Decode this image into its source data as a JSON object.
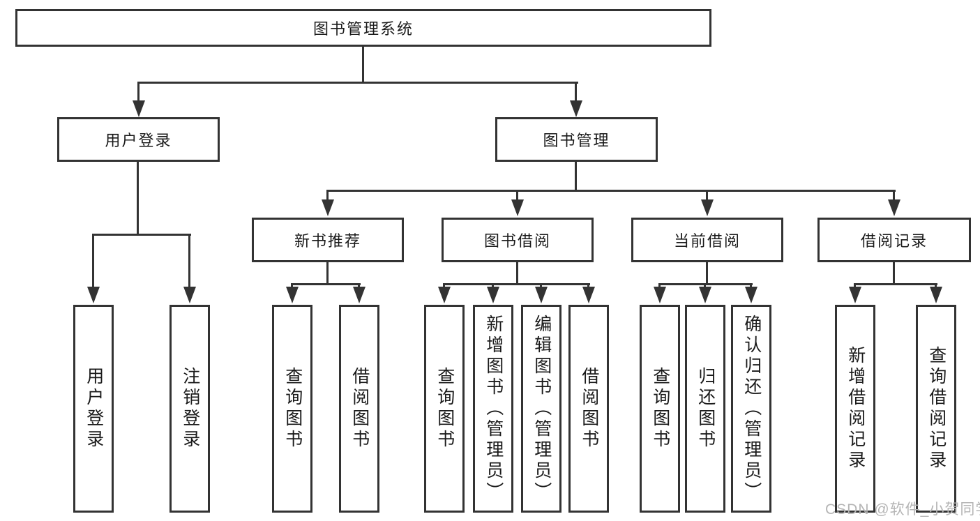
{
  "diagram_type": "hierarchy-tree",
  "colors": {
    "background": "#ffffff",
    "line": "#333333",
    "box_border": "#333333",
    "text": "#1a1a1a",
    "watermark": "#b5b5b5"
  },
  "watermark": {
    "text": "CSDN @软件_小贺同学"
  },
  "tree": {
    "root": {
      "label": "图书管理系统",
      "children": [
        {
          "label": "用户登录",
          "children": [
            {
              "label": "用户登录"
            },
            {
              "label": "注销登录"
            }
          ]
        },
        {
          "label": "图书管理",
          "children": [
            {
              "label": "新书推荐",
              "children": [
                {
                  "label": "查询图书"
                },
                {
                  "label": "借阅图书"
                }
              ]
            },
            {
              "label": "图书借阅",
              "children": [
                {
                  "label": "查询图书"
                },
                {
                  "label": "新增图书（管理员）"
                },
                {
                  "label": "编辑图书（管理员）"
                },
                {
                  "label": "借阅图书"
                }
              ]
            },
            {
              "label": "当前借阅",
              "children": [
                {
                  "label": "查询图书"
                },
                {
                  "label": "归还图书"
                },
                {
                  "label": "确认归还（管理员）"
                }
              ]
            },
            {
              "label": "借阅记录",
              "children": [
                {
                  "label": "新增借阅记录"
                },
                {
                  "label": "查询借阅记录"
                }
              ]
            }
          ]
        }
      ]
    }
  }
}
